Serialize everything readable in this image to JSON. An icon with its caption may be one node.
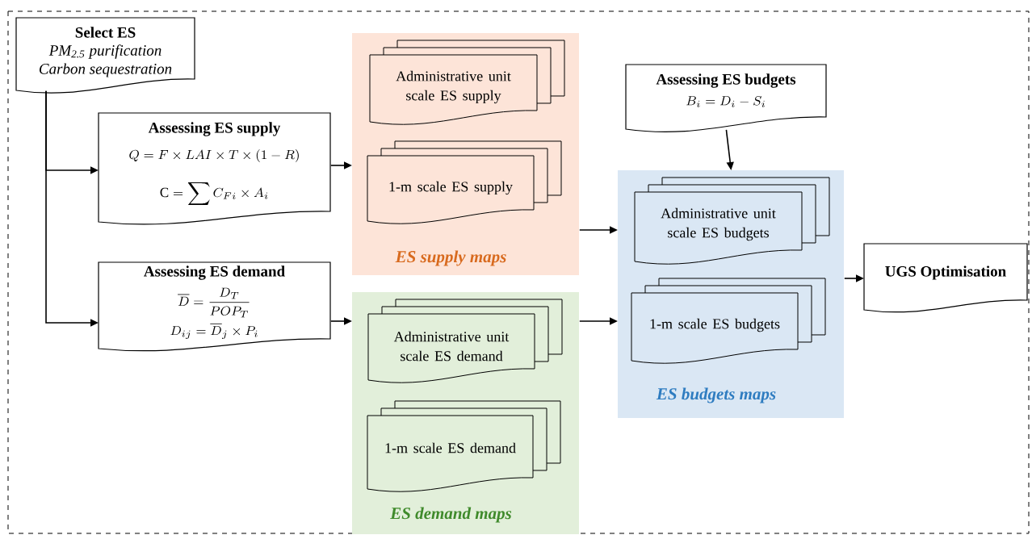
{
  "diagram": {
    "nodes": [
      {
        "text": [
          "Select ES",
          "PM$_{2.5}$ purification",
          "Carbon sequestration"
        ]
      },
      {
        "text": [
          "Assessing ES supply",
          "Q = F \\times LAI \\times T \\times (1 - R)",
          "\\mathrm{C} = \\sum C_{Fi} \\times A_i"
        ]
      },
      {
        "text": [
          "Assessing ES demand",
          "\\overline{D} = \\frac{D_T}{POP_T}",
          "D_{ij} = \\overline{D}_j \\times P_i"
        ]
      },
      {
        "text": [
          "ES supply maps"
        ]
      },
      {
        "text": [
          "Administrative unit scale ES supply"
        ],
        "in": 3
      },
      {
        "text": [
          "1-m scale ES supply"
        ],
        "in": 3
      },
      {
        "text": [
          "ES demand maps"
        ]
      },
      {
        "text": [
          "Administrative unit scale ES demand"
        ],
        "in": 6
      },
      {
        "text": [
          "1-m scale ES demand"
        ],
        "in": 6
      },
      {
        "text": [
          "Assessing ES budgets",
          "B_i = D_i - S_i"
        ]
      },
      {
        "text": [
          "ES budgets maps"
        ]
      },
      {
        "text": [
          "Administrative unit scale ES budgets"
        ],
        "in": 10
      },
      {
        "text": [
          "1-m scale ES budgets"
        ],
        "in": 10
      },
      {
        "text": [
          "UGS Optimisation"
        ]
      }
    ],
    "edges": [
      {
        "from": 0,
        "to": 1,
        "arrow": "to"
      },
      {
        "from": 0,
        "to": 2,
        "arrow": "to"
      },
      {
        "from": 1,
        "to": 3,
        "arrow": "to"
      },
      {
        "from": 2,
        "to": 6,
        "arrow": "to"
      },
      {
        "from": 3,
        "to": 10,
        "arrow": "to"
      },
      {
        "from": 6,
        "to": 10,
        "arrow": "to"
      },
      {
        "from": 9,
        "to": 10,
        "arrow": "to"
      },
      {
        "from": 10,
        "to": 13,
        "arrow": "to"
      }
    ]
  }
}
